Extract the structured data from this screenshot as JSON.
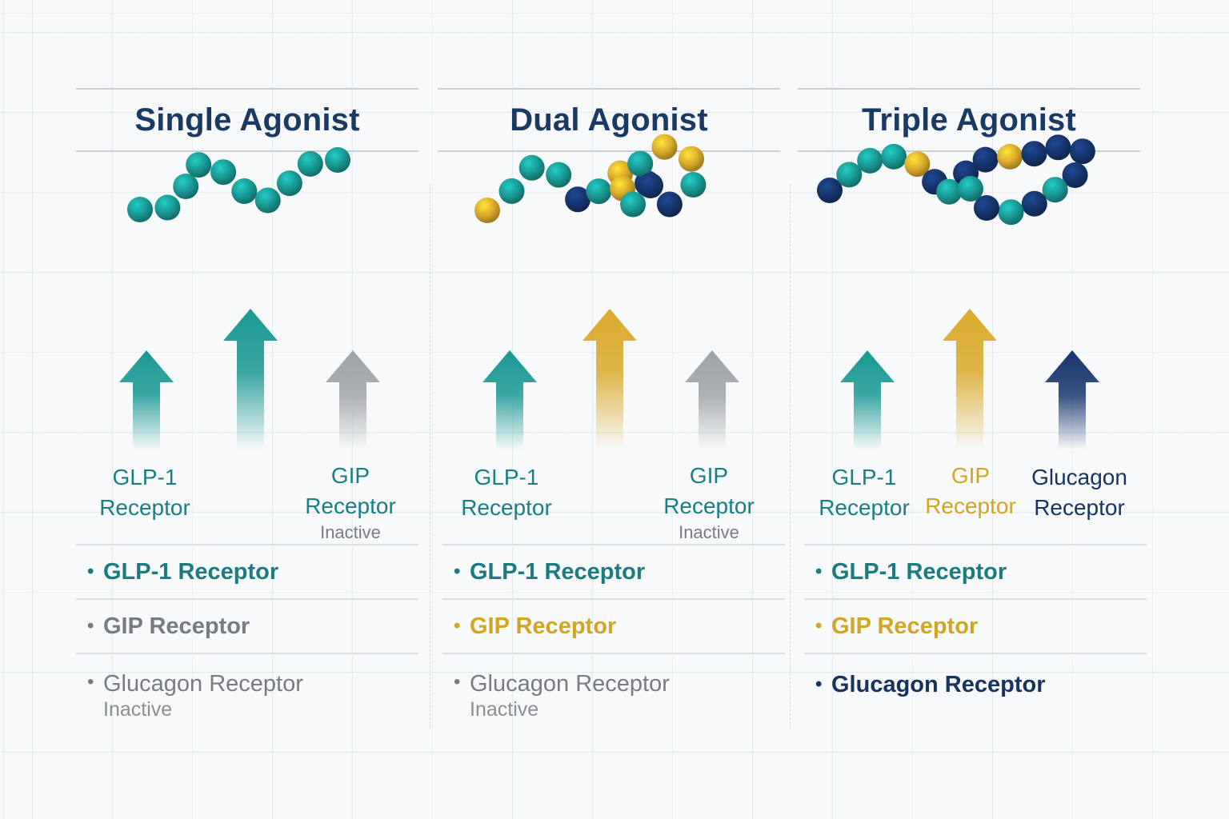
{
  "colors": {
    "glp1": "#1a9893",
    "gip": "#dbaa2c",
    "glucagon": "#16356d",
    "inactive": "#9ea3a8",
    "title": "#1a3a63",
    "label_glp1": "#1b7b80",
    "label_gip": "#d3a525",
    "label_glucagon": "#17345e",
    "label_inactive": "#777c82"
  },
  "panels": [
    {
      "title": "Single Agonist",
      "chain_colors": [
        "glp1",
        "glp1",
        "glp1",
        "glp1",
        "glp1",
        "glp1",
        "glp1",
        "glp1",
        "glp1",
        "glp1"
      ],
      "arrows": [
        {
          "color": "glp1",
          "level": 0.62
        },
        {
          "color": "glp1",
          "level": 0.88
        },
        {
          "color": "inactive",
          "level": 0.62
        }
      ],
      "receptor_labels": [
        {
          "line1": "GLP-1",
          "line2": "Receptor",
          "sub": "",
          "color": "label_glp1"
        },
        {
          "line1": "",
          "line2": "",
          "sub": "",
          "color": "label_glp1"
        },
        {
          "line1": "GIP",
          "line2": "Receptor",
          "sub": "Inactive",
          "color": "label_inactive"
        }
      ],
      "list": [
        {
          "bullet": "•",
          "label": "GLP-1 Receptor",
          "sub": ""
        },
        {
          "bullet": "•",
          "label": "GIP Receptor",
          "sub": ""
        },
        {
          "bullet": "•",
          "label": "Glucagon Receptor",
          "sub": "Inactive"
        }
      ]
    },
    {
      "title": "Dual Agonist",
      "chain_colors": [
        "gip",
        "glp1",
        "glp1",
        "glp1",
        "glucagon",
        "glp1",
        "gip",
        "glucagon",
        "glucagon",
        "glp1",
        "gip",
        "gip",
        "glp1",
        "gip",
        "glp1",
        "glucagon"
      ],
      "arrows": [
        {
          "color": "glp1",
          "level": 0.62
        },
        {
          "color": "gip",
          "level": 0.88
        },
        {
          "color": "inactive",
          "level": 0.62
        }
      ],
      "receptor_labels": [
        {
          "line1": "GLP-1",
          "line2": "Receptor",
          "sub": "",
          "color": "label_glp1"
        },
        {
          "line1": "",
          "line2": "",
          "sub": "",
          "color": "label_gip"
        },
        {
          "line1": "GIP",
          "line2": "Receptor",
          "sub": "Inactive",
          "color": "label_inactive"
        }
      ],
      "list": [
        {
          "bullet": "•",
          "label": "GLP-1 Receptor",
          "sub": ""
        },
        {
          "bullet": "•",
          "label": "GIP Receptor",
          "sub": ""
        },
        {
          "bullet": "•",
          "label": "Glucagon Receptor",
          "sub": "Inactive"
        }
      ]
    },
    {
      "title": "Triple Agonist",
      "chain_colors": [
        "glucagon",
        "glp1",
        "glp1",
        "glp1",
        "gip",
        "glucagon",
        "glp1",
        "glucagon",
        "glucagon",
        "gip",
        "glucagon",
        "glucagon",
        "glucagon",
        "glucagon",
        "glp1",
        "glucagon",
        "glp1",
        "glucagon",
        "glp1"
      ],
      "arrows": [
        {
          "color": "glp1",
          "level": 0.62
        },
        {
          "color": "gip",
          "level": 0.88
        },
        {
          "color": "glucagon",
          "level": 0.62
        }
      ],
      "receptor_labels": [
        {
          "line1": "GLP-1",
          "line2": "Receptor",
          "sub": "",
          "color": "label_glp1"
        },
        {
          "line1": "GIP",
          "line2": "Receptor",
          "sub": "",
          "color": "label_gip"
        },
        {
          "line1": "Glucagon",
          "line2": "Receptor",
          "sub": "",
          "color": "label_glucagon"
        }
      ],
      "list": [
        {
          "bullet": "•",
          "label": "GLP-1 Receptor",
          "sub": ""
        },
        {
          "bullet": "•",
          "label": "GIP Receptor",
          "sub": ""
        },
        {
          "bullet": "•",
          "label": "Glucagon Receptor",
          "sub": ""
        }
      ]
    }
  ]
}
